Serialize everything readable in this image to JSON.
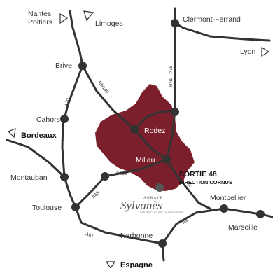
{
  "colors": {
    "region": "#7a1f2b",
    "road": "#333333",
    "node": "#333333",
    "exit": "#555555"
  },
  "region": {
    "city1": "Rodez",
    "city2": "Millau"
  },
  "cities": {
    "nantes": "Nantes",
    "poitiers": "Poitiers",
    "limoges": "Limoges",
    "clermont": "Clermont-Ferrand",
    "lyon": "Lyon",
    "brive": "Brive",
    "cahors": "Cahors",
    "bordeaux": "Bordeaux",
    "montauban": "Montauban",
    "toulouse": "Toulouse",
    "narbonne": "Narbonne",
    "montpellier": "Montpellier",
    "marseille": "Marseille",
    "espagne": "Espagne"
  },
  "roads": {
    "a20": "A20",
    "rn140": "RN140",
    "rn9": "RN9 - A75",
    "d999": "D999",
    "a68": "A68",
    "a75": "A75",
    "a9": "A9",
    "a61": "A61"
  },
  "exit": {
    "title": "SORTIE 48",
    "subtitle": "DIRECTION CORNUS"
  },
  "logo": {
    "top": "ABBAYE",
    "name": "Sylvanès",
    "tagline": "CENTRE CULTUREL DE RENCONTRE"
  }
}
